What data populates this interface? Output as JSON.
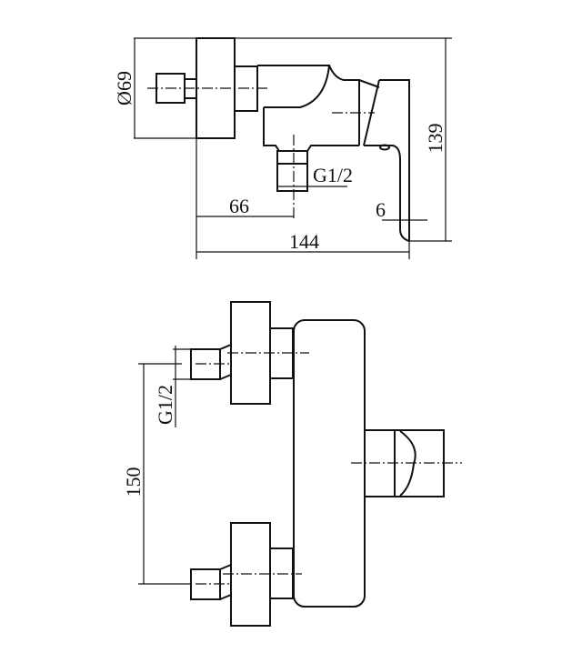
{
  "side_view": {
    "dim_diameter": "Ø69",
    "dim_outlet_thread": "G1/2",
    "dim_outlet_offset": "66",
    "dim_total_depth": "144",
    "dim_height": "139",
    "dim_spout_gap": "6"
  },
  "front_view": {
    "dim_inlet_spacing": "150",
    "dim_inlet_thread": "G1/2"
  },
  "colors": {
    "line": "#111111",
    "background": "#ffffff"
  }
}
